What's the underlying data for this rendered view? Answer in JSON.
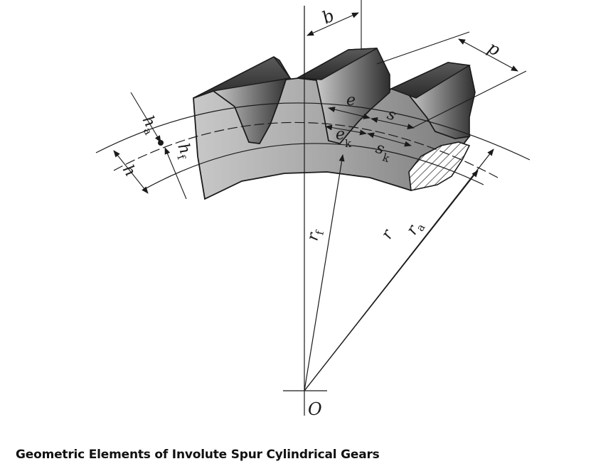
{
  "caption": "Geometric Elements of Involute Spur Cylindrical Gears",
  "labels": {
    "b": "b",
    "p": "p",
    "h": "h",
    "h_a_main": "h",
    "h_a_sub": "a",
    "h_f_main": "h",
    "h_f_sub": "f",
    "e": "e",
    "s": "s",
    "e_k_main": "e",
    "e_k_sub": "k",
    "s_k_main": "s",
    "s_k_sub": "k",
    "r_f_main": "r",
    "r_f_sub": "f",
    "r": "r",
    "r_a_main": "r",
    "r_a_sub": "a",
    "O": "O"
  },
  "colors": {
    "line": "#1a1a1a",
    "tooth_dark": "#3c3c3c",
    "tooth_mid": "#8a8a8a",
    "tooth_light": "#e6e6e6",
    "hatch": "#222222"
  }
}
